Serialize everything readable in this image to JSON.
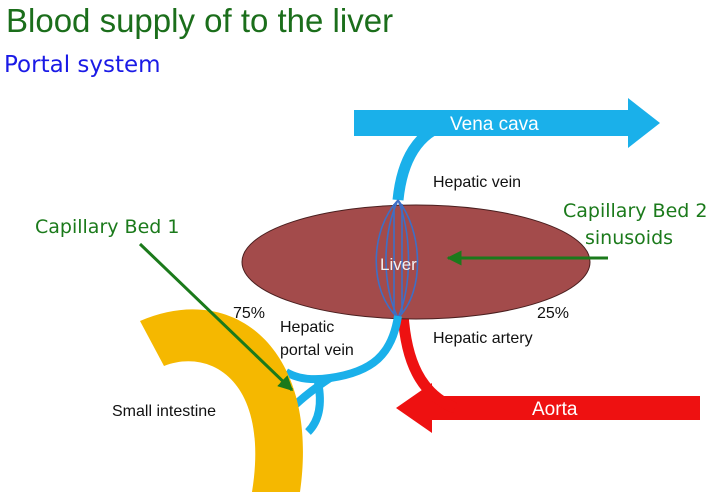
{
  "title": "Blood supply of to the liver",
  "subtitle": "Portal system",
  "colors": {
    "title_green": "#1b6e1b",
    "subtitle_blue": "#1a1ae6",
    "vein_blue": "#1ab0ea",
    "artery_red": "#ee1111",
    "liver_fill": "#a34b4b",
    "intestine_yellow": "#f5b800",
    "annotation_green": "#1b7a1b"
  },
  "labels": {
    "vena_cava": "Vena cava",
    "hepatic_vein": "Hepatic vein",
    "capillary_bed_1": "Capillary Bed 1",
    "capillary_bed_2_line1": "Capillary Bed 2",
    "capillary_bed_2_line2": "sinusoids",
    "liver": "Liver",
    "pct_portal": "75%",
    "pct_artery": "25%",
    "hepatic_portal_vein_line1": "Hepatic",
    "hepatic_portal_vein_line2": "portal vein",
    "hepatic_artery": "Hepatic artery",
    "small_intestine": "Small intestine",
    "aorta": "Aorta"
  }
}
